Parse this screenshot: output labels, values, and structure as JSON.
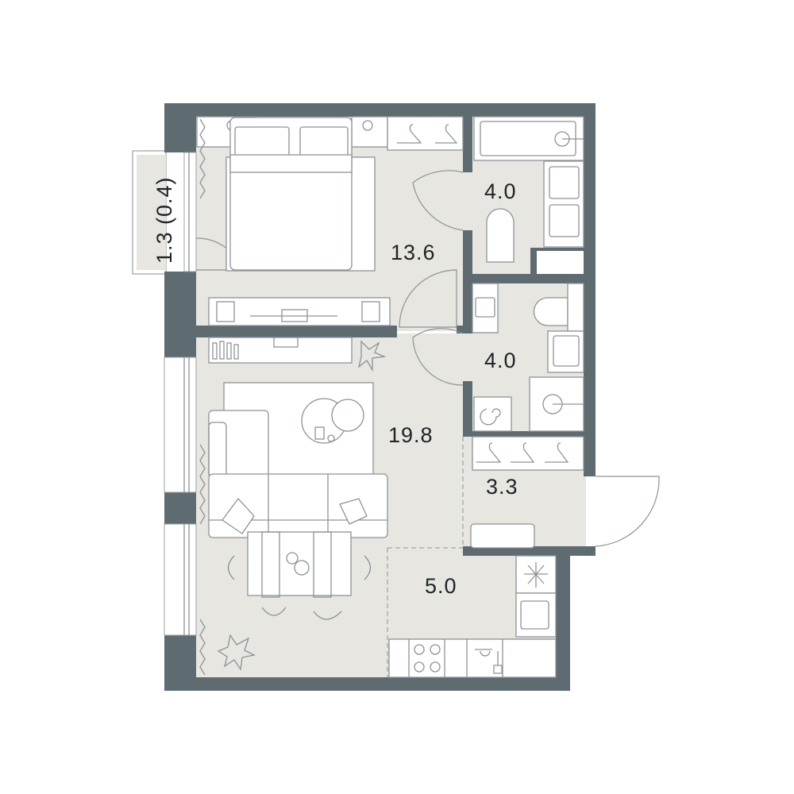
{
  "plan": {
    "rooms": [
      {
        "id": "bedroom",
        "area": "13.6"
      },
      {
        "id": "bathroom",
        "area": "4.0"
      },
      {
        "id": "wc-laundry",
        "area": "4.0"
      },
      {
        "id": "living-room",
        "area": "19.8"
      },
      {
        "id": "hallway",
        "area": "3.3"
      },
      {
        "id": "kitchen",
        "area": "5.0"
      }
    ],
    "balcony": {
      "area": "1.3 (0.4)"
    }
  },
  "colors": {
    "wall": "#5e6b71",
    "floor": "#e7e6e1",
    "furniture_stroke": "#8d9397"
  }
}
